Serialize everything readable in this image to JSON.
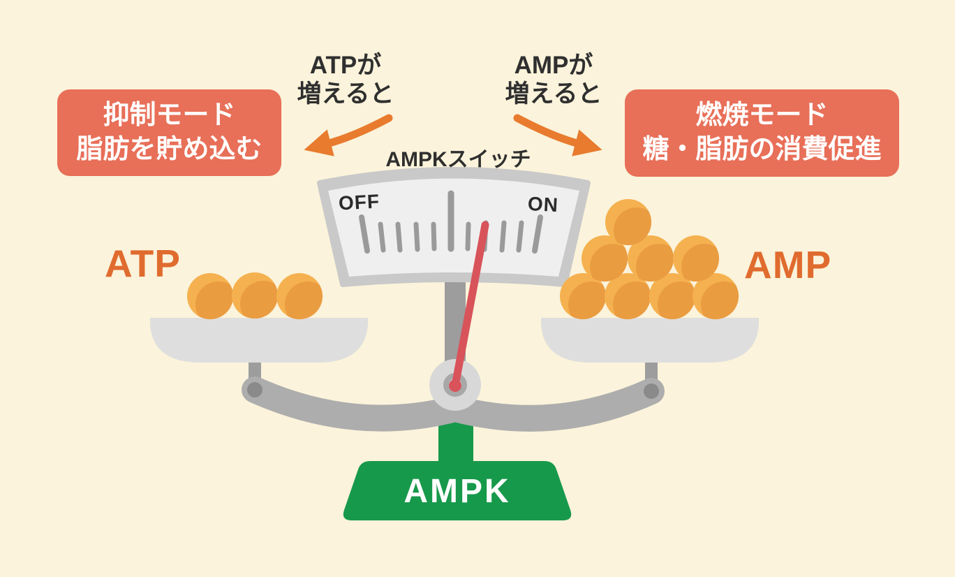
{
  "page": {
    "background_color": "#FBF3DB"
  },
  "notes": {
    "left": {
      "line1": "ATPが",
      "line2": "増えると"
    },
    "right": {
      "line1": "AMPが",
      "line2": "増えると"
    }
  },
  "mode_boxes": {
    "left": {
      "line1": "抑制モード",
      "line2": "脂肪を貯め込む",
      "bg_color": "#E86F58",
      "text_color": "#FFFFFF"
    },
    "right": {
      "line1": "燃焼モード",
      "line2": "糖・脂肪の消費促進",
      "bg_color": "#E86F58",
      "text_color": "#FFFFFF"
    }
  },
  "arrows": {
    "color": "#E87B2E"
  },
  "gauge": {
    "title": "AMPKスイッチ",
    "off_label": "OFF",
    "on_label": "ON",
    "tick_count": 11,
    "needle_angle_deg": 10.6,
    "needle_color": "#D8535A",
    "panel_color": "#EFEFEF",
    "frame_color": "#C9C9C9"
  },
  "balance": {
    "left_label": "ATP",
    "right_label": "AMP",
    "label_color": "#E06B2E",
    "left_ball_count": 3,
    "right_ball_count": 8,
    "ball_color": "#F5B14F",
    "ball_shade_color": "#EA9C41",
    "pan_color": "#DEDEDE",
    "beam_color": "#ADADAD"
  },
  "base": {
    "label": "AMPK",
    "color": "#17994B",
    "text_color": "#FFFFFF"
  }
}
